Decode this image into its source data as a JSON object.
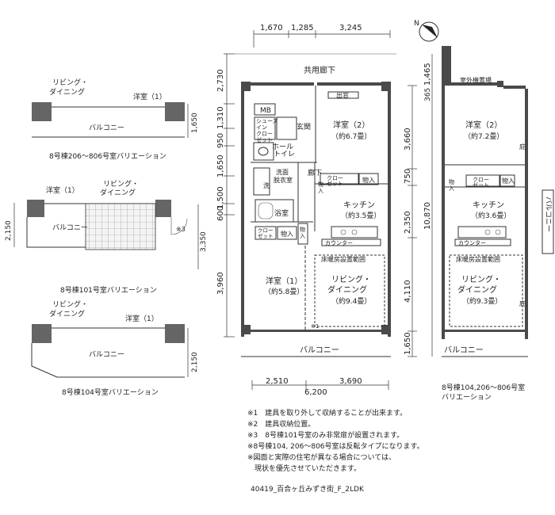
{
  "compass": {
    "label": "N"
  },
  "dimensions": {
    "top": [
      "1,670",
      "1,285",
      "3,245"
    ],
    "left": [
      "2,730",
      "1,310",
      "950",
      "1,650",
      "1,500",
      "600",
      "3,960"
    ],
    "right": [
      "3,660",
      "750",
      "2,350",
      "4,110",
      "1,650"
    ],
    "right_total": "10,870",
    "bottom": [
      "2,510",
      "3,690"
    ],
    "bottom_total": "6,200",
    "top_right": [
      "1,465",
      "365"
    ],
    "var101": [
      "2,150",
      "3,350"
    ],
    "var104": [
      "2,150"
    ],
    "var806": [
      "1,650"
    ]
  },
  "main_plan": {
    "corridor": "共用廊下",
    "mb": "MB",
    "pipe_space": "出窓",
    "shoes_closet": "シューズ\nイン\nクロー\nゼット",
    "entrance": "玄関",
    "hall": "ホール",
    "toilet": "トイレ",
    "hallway": "廊下",
    "washroom": "洗面\n脱衣室",
    "washing": "洗",
    "bathroom": "浴室",
    "closet_small": "クロー\nゼット",
    "storage": "物入",
    "bedroom2": "洋室（2）",
    "bedroom2_size": "（約6.7畳）",
    "closet2": "クロー\nゼット",
    "storage2": "物入",
    "kitchen": "キッチン",
    "kitchen_size": "（約3.5畳）",
    "counter": "カウンター",
    "floor_heating": "床暖房設置範囲",
    "living": "リビング・\nダイニング",
    "living_size": "（約9.4畳）",
    "bedroom1": "洋室（1）",
    "bedroom1_size": "（約5.8畳）",
    "balcony": "バルコニー",
    "mark1": "※1"
  },
  "right_plan": {
    "outdoor_unit": "室外機置場",
    "bedroom2": "洋室（2）",
    "bedroom2_size": "（約7.2畳）",
    "closet": "クロー\nゼット",
    "storage": "物入",
    "storage2": "物入",
    "kitchen": "キッチン",
    "kitchen_size": "（約3.6畳）",
    "counter": "カウンター",
    "floor_heating": "床暖房設置範囲",
    "living": "リビング・\nダイニング",
    "living_size": "（約9.3畳）",
    "balcony": "バルコニー",
    "balcony_side": "バルコニー",
    "niwa1": "庇",
    "niwa2": "庇",
    "caption": "8号棟104,206〜806号室\nバリエーション"
  },
  "variations": [
    {
      "living": "リビング・\nダイニング",
      "room": "洋室（1）",
      "balcony": "バルコニー",
      "caption": "8号棟206〜806号室バリエーション"
    },
    {
      "living": "リビング・\nダイニング",
      "room": "洋室（1）",
      "balcony": "バルコニー",
      "mark": "※3",
      "caption": "8号棟101号室バリエーション"
    },
    {
      "living": "リビング・\nダイニング",
      "room": "洋室（1）",
      "balcony": "バルコニー",
      "caption": "8号棟104号室バリエーション"
    }
  ],
  "notes": [
    "※1　建具を取り外して収納することが出来ます。",
    "※2　建具収納位置。",
    "※3　8号棟101号室のみ非常扉が設置されます。",
    "※8号棟104, 206〜806号室は反転タイプになります。",
    "※図面と実際の住宅が異なる場合については、",
    "　現状を優先させていただきます。"
  ],
  "code": "40419_百合ヶ丘みずき街_F_2LDK"
}
